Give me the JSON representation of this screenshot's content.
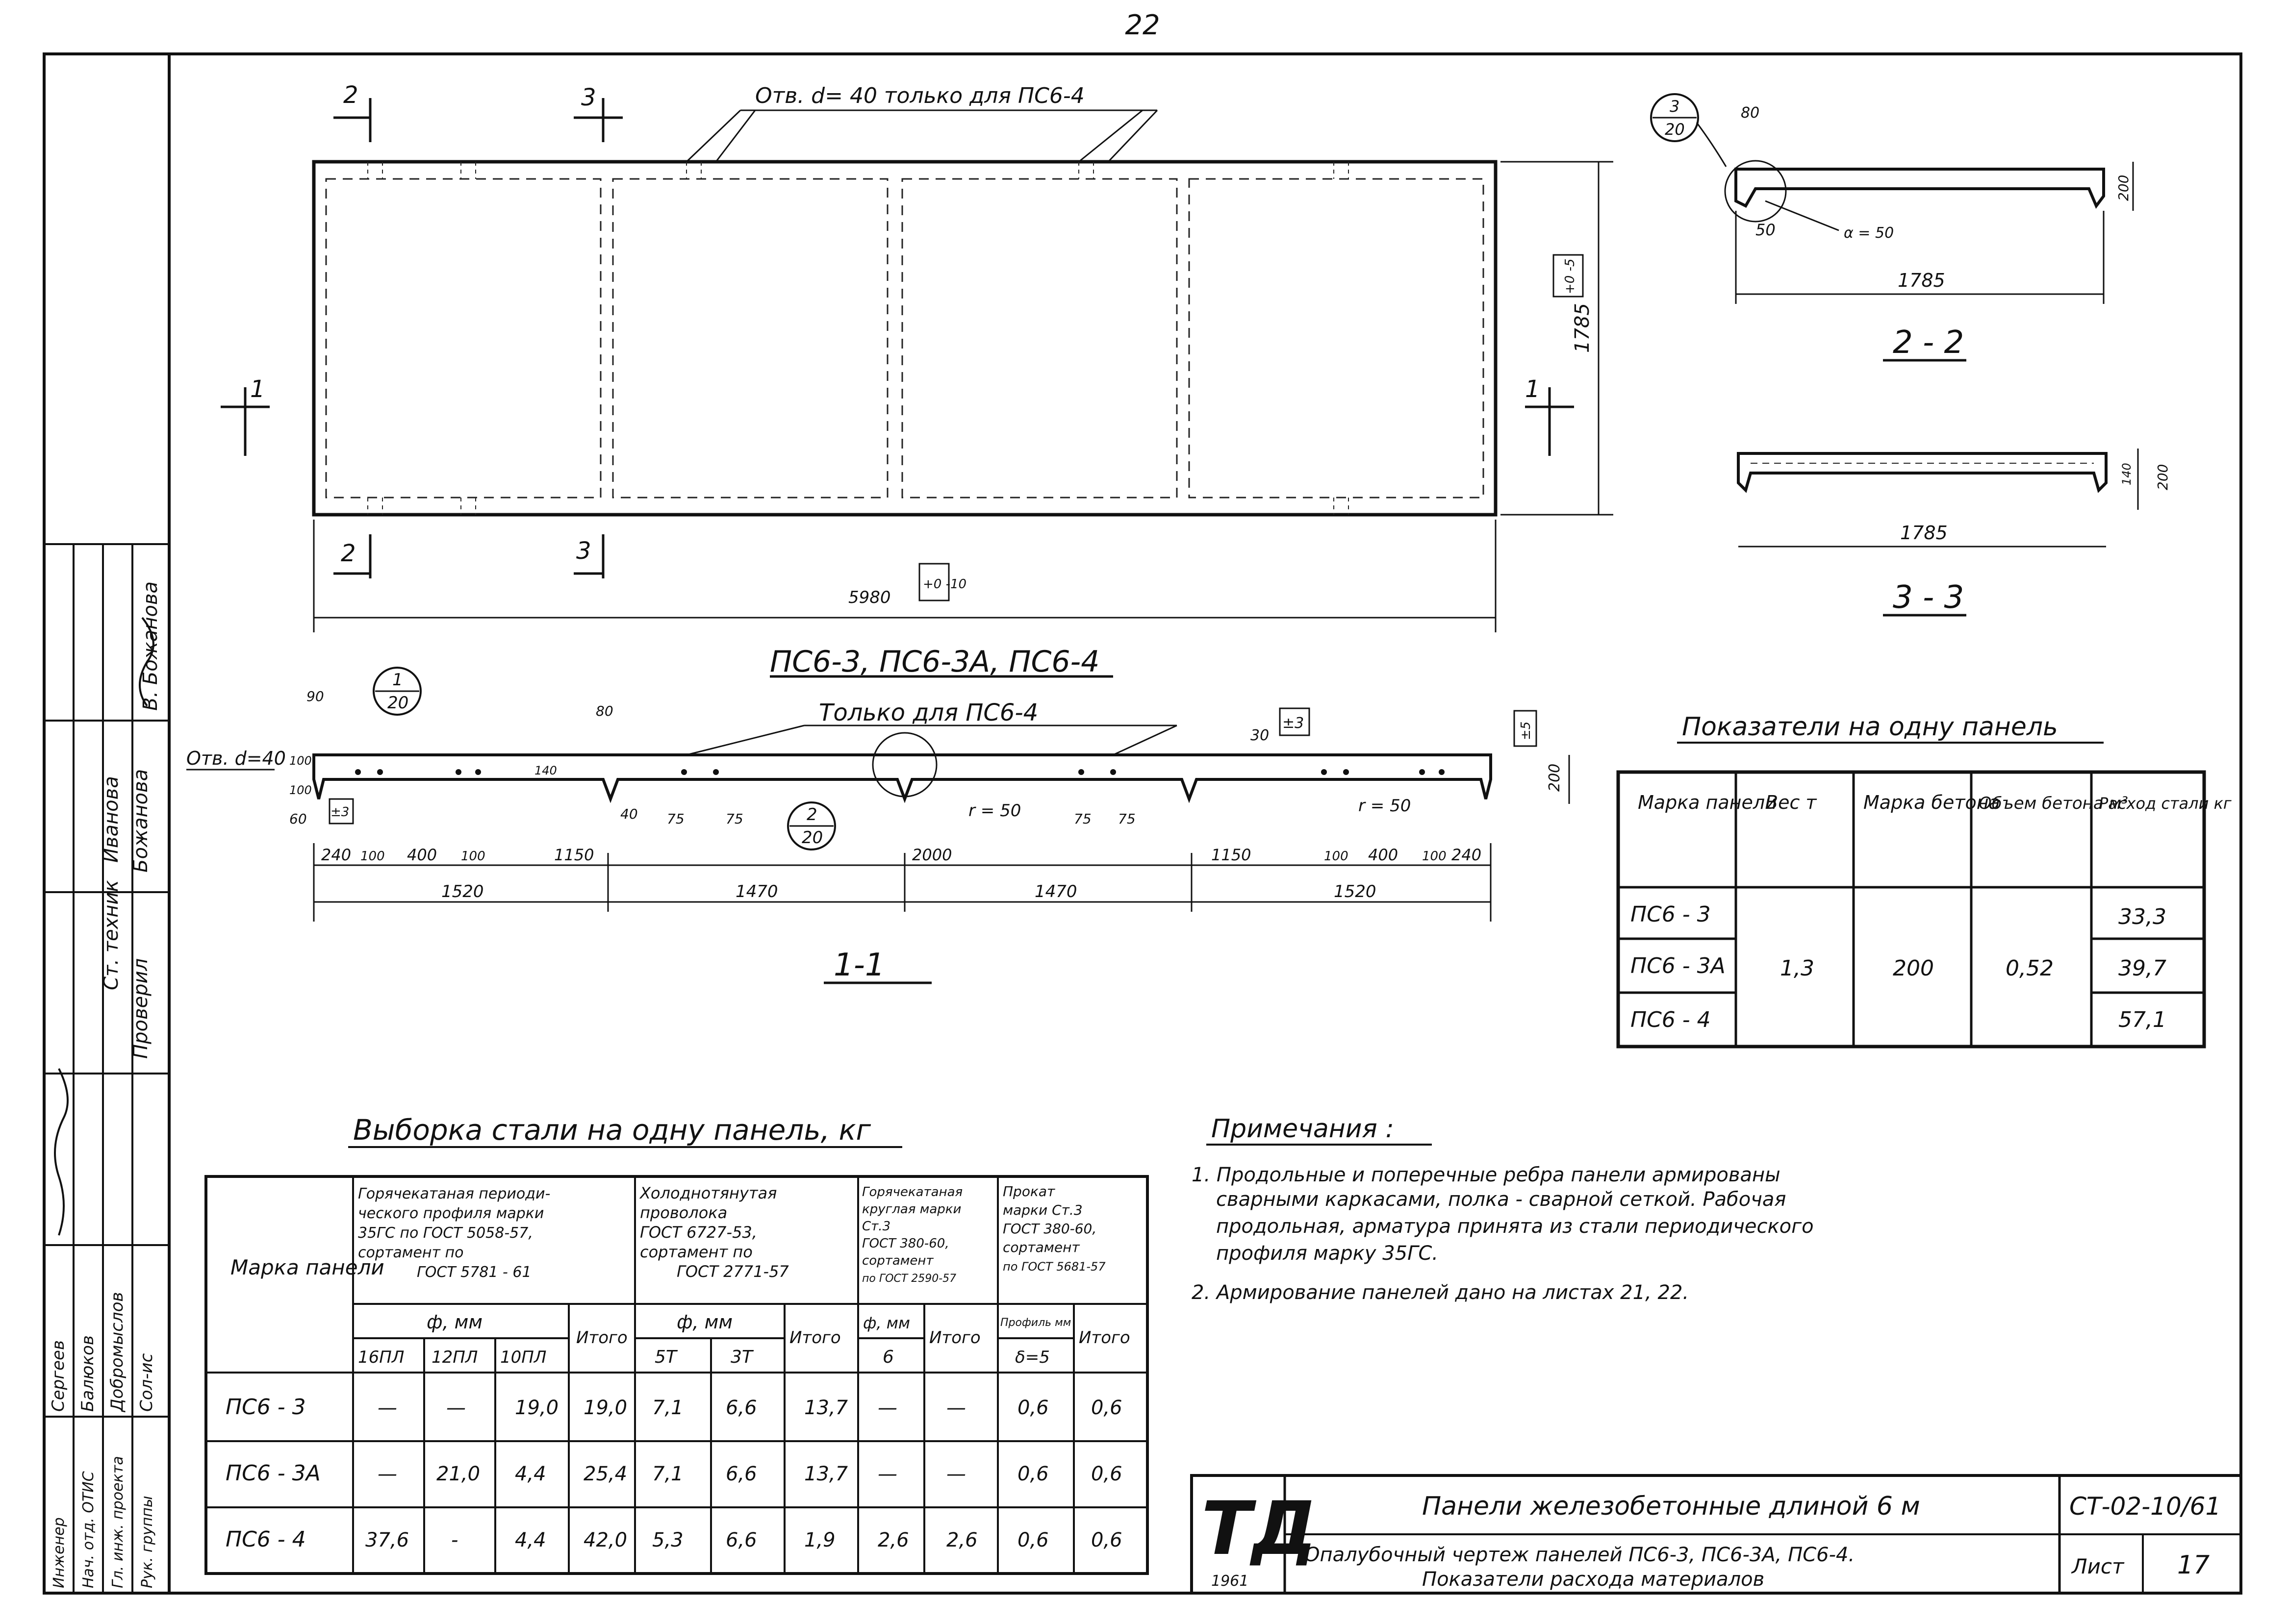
{
  "page_number": "22",
  "plan": {
    "hole_note": "Отв. d= 40  только для  ПС6-4",
    "cut_2": "2",
    "cut_3": "3",
    "cut_1": "1",
    "length": "5980",
    "length_tol": "+0 -10",
    "width": "1785",
    "width_tol": "+0 -5",
    "title": "ПС6-3, ПС6-3А, ПС6-4"
  },
  "section_11": {
    "title": "1-1",
    "hole_label": "Отв. d=40",
    "only_for": "Только для  ПС6-4",
    "ref_1": {
      "num": "1",
      "sheet": "20"
    },
    "ref_2": {
      "num": "2",
      "sheet": "20"
    },
    "dims_top": [
      "90",
      "80",
      "30",
      "140",
      "100",
      "100",
      "60",
      "40",
      "75",
      "75",
      "75",
      "75"
    ],
    "r50_a": "r = 50",
    "r50_b": "r = 50",
    "tol_3a": "±3",
    "tol_3b": "±3",
    "tol_5": "±5",
    "height": "200",
    "dims_row1": [
      "240",
      "100",
      "400",
      "100",
      "1150",
      "2000",
      "1150",
      "100",
      "400",
      "100",
      "240"
    ],
    "dims_row2": [
      "1520",
      "1470",
      "1470",
      "1520"
    ]
  },
  "section_22": {
    "ref": {
      "num": "3",
      "sheet": "20"
    },
    "d80": "80",
    "d50": "50",
    "alpha": "α = 50",
    "height": "200",
    "width": "1785",
    "title": "2 - 2"
  },
  "section_33": {
    "d140": "140",
    "height": "200",
    "width": "1785",
    "title": "3 - 3"
  },
  "indicators": {
    "title": "Показатели  на  одну  панель",
    "headers": [
      "Марка панели",
      "Вес т",
      "Марка бетона",
      "Объем бетона м³",
      "Расход стали кг"
    ],
    "marks": [
      "ПС6 - 3",
      "ПС6 - 3А",
      "ПС6 - 4"
    ],
    "weight": "1,3",
    "concrete_grade": "200",
    "volume": "0,52",
    "steel": [
      "33,3",
      "39,7",
      "57,1"
    ]
  },
  "notes": {
    "title": "Примечания :",
    "lines": [
      "1. Продольные  и  поперечные  ребра  панели  армированы",
      "сварными  каркасами, полка - сварной  сеткой.  Рабочая",
      "продольная, арматура  принята  из  стали  периодического",
      "профиля   марку  35ГС.",
      "2. Армирование   панелей   дано  на  листах  21, 22."
    ]
  },
  "steel_table": {
    "title": "Выборка  стали  на  одну  панель, кг",
    "mark_header": "Марка панели",
    "group1": [
      "Горячекатаная периоди-",
      "ческого профиля марки",
      "35ГС по ГОСТ 5058-57,",
      "сортамент  по",
      "ГОСТ 5781 - 61"
    ],
    "group2": [
      "Холоднотянутая",
      "проволока",
      "ГОСТ 6727-53,",
      "сортамент по",
      "ГОСТ 2771-57"
    ],
    "group3": [
      "Горячекатаная",
      "круглая марки",
      "Ст.3",
      "ГОСТ 380-60,",
      "сортамент",
      "по ГОСТ 2590-57"
    ],
    "group4": [
      "Прокат",
      "марки Ст.3",
      "ГОСТ 380-60,",
      "сортамент",
      "по ГОСТ 5681-57"
    ],
    "phi_mm": "ф, мм",
    "total": "Итого",
    "profile_mm": "Профиль мм",
    "sizes": [
      "16ПЛ",
      "12ПЛ",
      "10ПЛ",
      "5Т",
      "3Т",
      "6",
      "δ=5"
    ],
    "rows": [
      {
        "mark": "ПС6 - 3",
        "v": [
          "—",
          "—",
          "19,0",
          "19,0",
          "7,1",
          "6,6",
          "13,7",
          "—",
          "—",
          "0,6",
          "0,6"
        ]
      },
      {
        "mark": "ПС6 - 3А",
        "v": [
          "—",
          "21,0",
          "4,4",
          "25,4",
          "7,1",
          "6,6",
          "13,7",
          "—",
          "—",
          "0,6",
          "0,6"
        ]
      },
      {
        "mark": "ПС6 - 4",
        "v": [
          "37,6",
          "-",
          "4,4",
          "42,0",
          "5,3",
          "6,6",
          "1,9",
          "2,6",
          "2,6",
          "0,6",
          "0,6"
        ]
      }
    ]
  },
  "stamp": {
    "logo": "ТД",
    "year": "1961",
    "title": "Панели  железобетонные  длиной  6 м",
    "subtitle1": "Опалубочный  чертеж  панелей  ПС6-3, ПС6-3А, ПС6-4.",
    "subtitle2": "Показатели  расхода  материалов",
    "code": "СТ-02-10/61",
    "sheet_label": "Лист",
    "sheet_no": "17"
  },
  "side_stamp": {
    "roles": [
      "Ст. техник",
      "Проверил"
    ],
    "names": [
      "Иванова",
      "Божанова"
    ],
    "signer": "В. Божанова",
    "roles_lower": [
      "Инженер",
      "Нач. отд. ОТИС",
      "Гл. инж. проекта",
      "Рук. группы"
    ],
    "names_lower": [
      "Сергеев",
      "Балюков",
      "Добромыслов",
      "Сол-ис"
    ]
  }
}
